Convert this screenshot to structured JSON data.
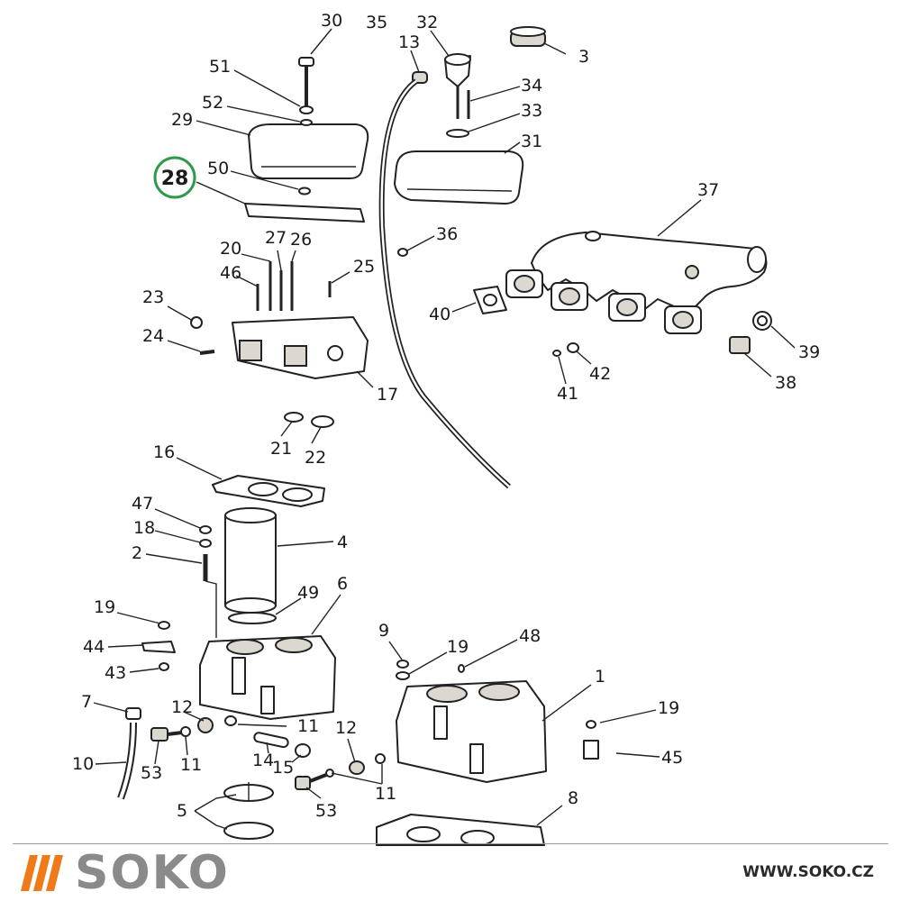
{
  "diagram": {
    "highlighted_part": "28",
    "highlight_color": "#2e9a4a",
    "part_numbers": [
      "1",
      "2",
      "3",
      "4",
      "5",
      "6",
      "7",
      "8",
      "9",
      "10",
      "11",
      "12",
      "13",
      "14",
      "15",
      "16",
      "17",
      "18",
      "19",
      "20",
      "21",
      "22",
      "23",
      "24",
      "25",
      "26",
      "27",
      "29",
      "30",
      "31",
      "32",
      "33",
      "34",
      "35",
      "36",
      "37",
      "38",
      "39",
      "40",
      "41",
      "42",
      "43",
      "44",
      "45",
      "46",
      "47",
      "48",
      "49",
      "50",
      "51",
      "52",
      "53"
    ]
  },
  "footer": {
    "brand_name": "SOKO",
    "brand_color": "#f07a1a",
    "website": "WWW.SOKO.CZ"
  }
}
